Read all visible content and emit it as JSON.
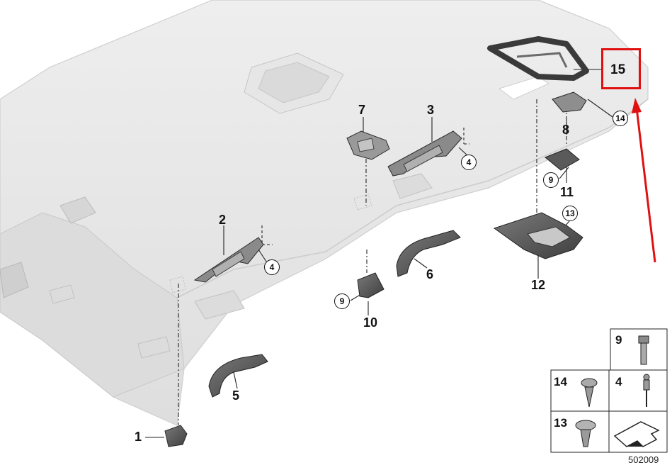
{
  "parts": {
    "p1": "1",
    "p2": "2",
    "p3": "3",
    "p5": "5",
    "p6": "6",
    "p7": "7",
    "p8": "8",
    "p10": "10",
    "p11": "11",
    "p12": "12",
    "p15": "15"
  },
  "callouts": {
    "c4a": "4",
    "c4b": "4",
    "c9a": "9",
    "c9b": "9",
    "c13": "13",
    "c14": "14"
  },
  "legend": {
    "l9": "9",
    "l14": "14",
    "l4": "4",
    "l13": "13"
  },
  "diagram_code": "502009",
  "colors": {
    "highlight": "#e01010",
    "part": "#5a5a5a",
    "headliner": "#e8e8e8"
  }
}
